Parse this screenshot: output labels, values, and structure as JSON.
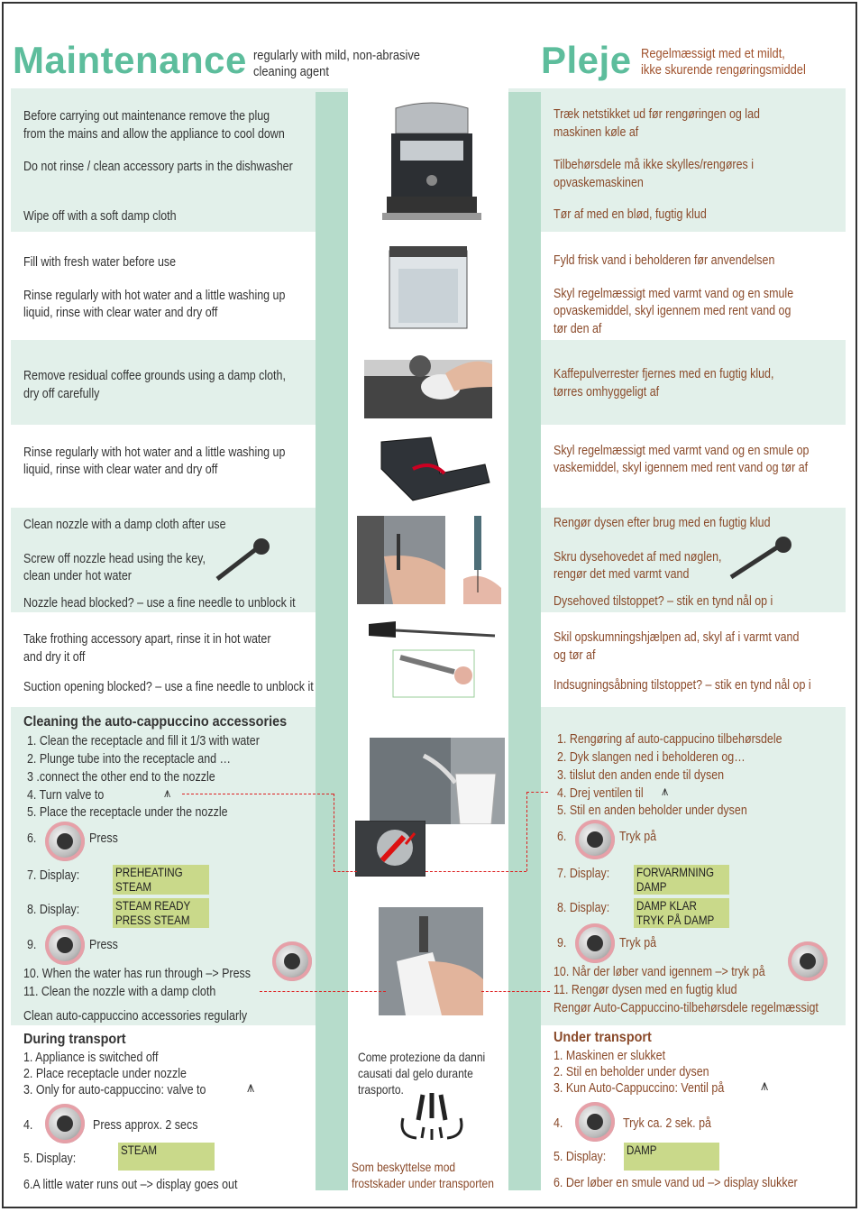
{
  "header": {
    "title_en": "Maintenance",
    "subtitle_en": [
      "regularly with mild, non-abrasive",
      "cleaning agent"
    ],
    "title_da": "Pleje",
    "subtitle_da": [
      "Regelmæssigt med et mildt,",
      "ikke skurende rengøringsmiddel"
    ]
  },
  "sections": {
    "s1": {
      "en": [
        "Before carrying out maintenance remove the plug",
        "from the mains and allow the appliance to cool down",
        "Do not rinse / clean accessory parts in the dishwasher",
        "Wipe off with a soft damp cloth"
      ],
      "da": [
        "Træk netstikket ud før rengøringen og lad",
        "maskinen køle af",
        "Tilbehørsdele må ikke skylles/rengøres i",
        "opvaskemaskinen",
        "Tør af med en blød, fugtig klud"
      ]
    },
    "s2": {
      "en": [
        "Fill with fresh water before use",
        "Rinse regularly with hot water and a little washing up",
        "liquid, rinse with clear water and dry off"
      ],
      "da": [
        "Fyld frisk vand i beholderen før anvendelsen",
        "Skyl regelmæssigt med varmt vand og en smule",
        "opvaskemiddel, skyl igennem med rent vand og",
        "tør den af"
      ]
    },
    "s3": {
      "en": [
        "Remove residual coffee grounds using a damp cloth,",
        "dry off carefully"
      ],
      "da": [
        "Kaffepulverrester fjernes med en fugtig klud,",
        "tørres omhyggeligt af"
      ]
    },
    "s4": {
      "en": [
        "Rinse regularly with hot water and a little washing up",
        "liquid, rinse with clear water and dry off"
      ],
      "da": [
        "Skyl regelmæssigt med varmt vand og en smule op",
        "vaskemiddel, skyl igennem med rent vand og tør af"
      ]
    },
    "s5": {
      "en": [
        "Clean nozzle with a damp cloth after use",
        "Screw off nozzle head using the key,",
        "clean under hot water",
        "Nozzle head blocked? – use a fine needle to unblock it"
      ],
      "da": [
        "Rengør dysen efter brug med en fugtig klud",
        "Skru dysehovedet af med nøglen,",
        "rengør det med varmt vand",
        "Dysehoved tilstoppet? – stik en tynd nål op i"
      ]
    },
    "s6": {
      "en": [
        "Take frothing accessory apart, rinse it in hot water",
        "and dry it off",
        "Suction opening blocked? – use a fine needle to unblock it"
      ],
      "da": [
        "Skil opskumningshjælpen ad, skyl af i varmt vand",
        "og tør af",
        "Indsugningsåbning tilstoppet? – stik en tynd nål op i"
      ]
    },
    "s7": {
      "en_title": "Cleaning the auto-cappuccino accessories",
      "en": [
        "1. Clean the receptacle and fill it 1/3 with water",
        "2. Plunge tube into the receptacle and …",
        "3 .connect the other end to the nozzle",
        "4. Turn valve to",
        "5. Place the receptacle under the nozzle",
        "6.",
        "Press",
        "7. Display:",
        "8. Display:",
        "9.",
        "Press",
        "10. When the water has run through –> Press",
        "11. Clean the nozzle with a damp cloth",
        "Clean auto-cappuccino accessories regularly"
      ],
      "en_lcd": [
        "PREHEATING",
        "STEAM",
        "STEAM READY",
        "PRESS STEAM"
      ],
      "da": [
        "1. Rengøring af auto-cappucino tilbehørsdele",
        "2. Dyk slangen ned i beholderen og…",
        "3. tilslut den anden ende til dysen",
        "4. Drej ventilen til",
        "5. Stil en anden beholder under dysen",
        "6.",
        "Tryk på",
        "7. Display:",
        "8. Display:",
        "9.",
        "Tryk på",
        "10. Når der løber vand igennem –> tryk på",
        "11. Rengør dysen med en fugtig klud",
        "Rengør Auto-Cappuccino-tilbehørsdele regelmæssigt"
      ],
      "da_lcd": [
        "FORVARMNING",
        "DAMP",
        "DAMP KLAR",
        "TRYK  PÅ DAMP"
      ]
    },
    "s8": {
      "en_title": "During transport",
      "en": [
        "1. Appliance is switched off",
        "2. Place receptacle under nozzle",
        "3. Only for auto-cappuccino: valve to",
        "4.",
        "Press approx. 2 secs",
        "5. Display:",
        "6.A little water runs out –> display goes out"
      ],
      "en_lcd": "STEAM",
      "it": [
        "Come protezione da danni",
        "causati dal gelo durante",
        "trasporto."
      ],
      "da_small": [
        "Som beskyttelse mod",
        "frostskader under transporten"
      ],
      "da_title": "Under transport",
      "da": [
        "1. Maskinen er slukket",
        "2. Stil en beholder under dysen",
        "3. Kun Auto-Cappuccino: Ventil på",
        "4.",
        "Tryk ca. 2 sek. på",
        "5. Display:",
        "6. Der løber en smule vand ud  –> display slukker"
      ],
      "da_lcd": "DAMP"
    }
  },
  "colors": {
    "accent": "#5dbd9c",
    "band": "#e2f0ea",
    "column": "#b6dccb",
    "lcd": "#c9d98a",
    "dash": "#d22222"
  },
  "icons": [
    "coffee-machine-photo",
    "water-tank-photo",
    "cloth-wipe-photo",
    "drip-tray-photo",
    "nozzle-key-photo",
    "frother-needle-photo",
    "steam-button-icon",
    "steam-valve-icon",
    "frost-protection-icon"
  ]
}
